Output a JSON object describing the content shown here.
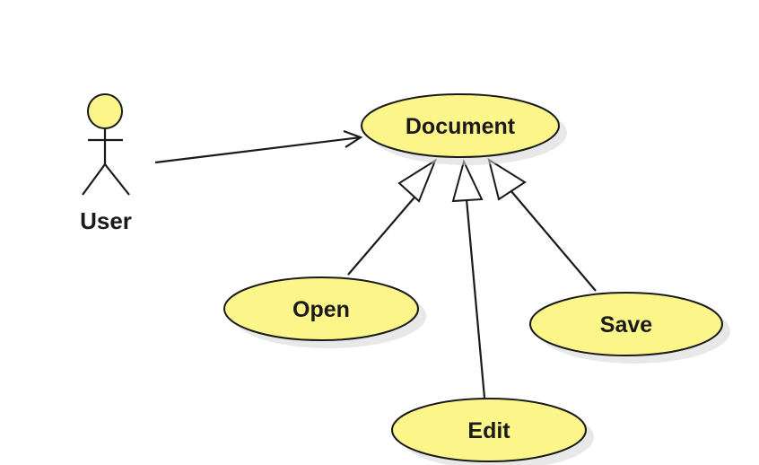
{
  "diagram": {
    "actor": {
      "name": "User",
      "fill": "#fbf58a"
    },
    "use_cases": {
      "document": "Document",
      "open": "Open",
      "edit": "Edit",
      "save": "Save"
    },
    "colors": {
      "use_case_fill": "#fbf58a",
      "stroke": "#1a1a1a",
      "shadow": "#d6d6d6",
      "background": "#ffffff"
    },
    "relationships": [
      {
        "type": "association",
        "from": "User",
        "to": "Document"
      },
      {
        "type": "generalization",
        "from": "Open",
        "to": "Document"
      },
      {
        "type": "generalization",
        "from": "Edit",
        "to": "Document"
      },
      {
        "type": "generalization",
        "from": "Save",
        "to": "Document"
      }
    ]
  }
}
